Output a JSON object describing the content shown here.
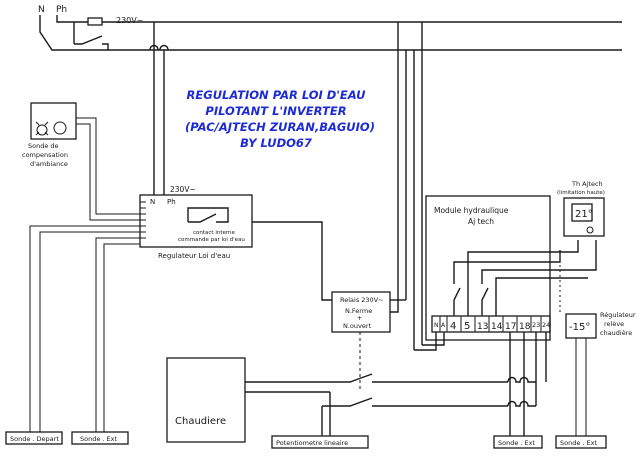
{
  "title": {
    "lines": [
      "REGULATION PAR LOI D'EAU",
      "PILOTANT L'INVERTER",
      "(PAC/AJTECH ZURAN,BAGUIO)",
      "BY LUDO67"
    ],
    "color": "#1c2bd6"
  },
  "mains": {
    "n": "N",
    "ph": "Ph",
    "voltage": "230V~"
  },
  "sonde_ambiance": {
    "l1": "Sonde de",
    "l2": "compensation",
    "l3": "d'ambiance"
  },
  "regulateur": {
    "title": "Regulateur Loi d'eau",
    "voltage": "230V~",
    "n": "N",
    "ph": "Ph",
    "contact_l1": "contact interne",
    "contact_l2": "commande par loi d'eau"
  },
  "relais": {
    "l1": "Relais 230V~",
    "l2": "N.Ferme",
    "l3": "+",
    "l4": "N.ouvert"
  },
  "module": {
    "l1": "Module hydraulique",
    "l2": "Aj tech",
    "terminals": [
      "N",
      "A",
      "4",
      "5",
      "13",
      "14",
      "17",
      "18",
      "23",
      "24"
    ]
  },
  "thermostat": {
    "l1": "Th Ajtech",
    "l2": "(limitation haute)",
    "display": "21°"
  },
  "regulateur_chaudiere": {
    "display": "-15°",
    "l1": "Régulateur",
    "l2": "relève",
    "l3": "chaudière"
  },
  "chaudiere": {
    "label": "Chaudiere"
  },
  "bottom_labels": {
    "sonde_depart": "Sonde . Depart",
    "sonde_ext_1": "Sonde . Ext",
    "potentiometre": "Potentiometre lineaire",
    "sonde_ext_2": "Sonde . Ext",
    "sonde_ext_3": "Sonde . Ext"
  }
}
